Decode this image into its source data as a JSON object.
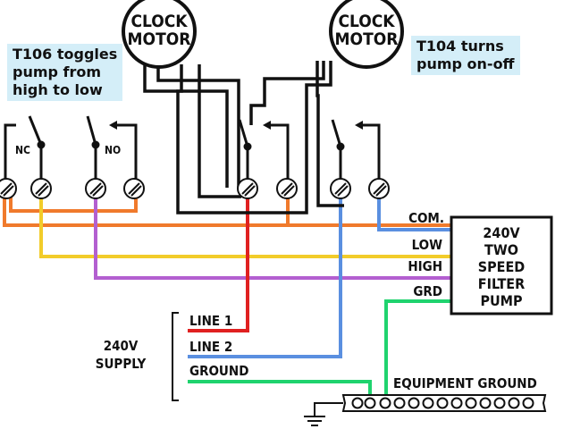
{
  "clock_motor_left": {
    "line1": "CLOCK",
    "line2": "MOTOR"
  },
  "clock_motor_right": {
    "line1": "CLOCK",
    "line2": "MOTOR"
  },
  "note_t106": {
    "line1": "T106 toggles",
    "line2": "pump from",
    "line3": "high to low"
  },
  "note_t104": {
    "line1": "T104 turns",
    "line2": "pump on-off"
  },
  "switch_labels": {
    "nc": "NC",
    "no": "NO"
  },
  "pump": {
    "line1": "240V",
    "line2": "TWO",
    "line3": "SPEED",
    "line4": "FILTER",
    "line5": "PUMP"
  },
  "pump_terminals": {
    "com": "COM.",
    "low": "LOW",
    "high": "HIGH",
    "grd": "GRD"
  },
  "supply": {
    "line1": "240V",
    "line2": "SUPPLY",
    "line_1": "LINE 1",
    "line_2": "LINE 2",
    "ground": "GROUND"
  },
  "equipment_ground": "EQUIPMENT GROUND",
  "colors": {
    "orange": "#f07a2c",
    "yellow": "#f2cc2a",
    "purple": "#b35fd0",
    "red": "#e02020",
    "blue": "#5a8fe0",
    "green": "#1fd36e",
    "black": "#111111",
    "note_bg": "#d4eef8"
  }
}
